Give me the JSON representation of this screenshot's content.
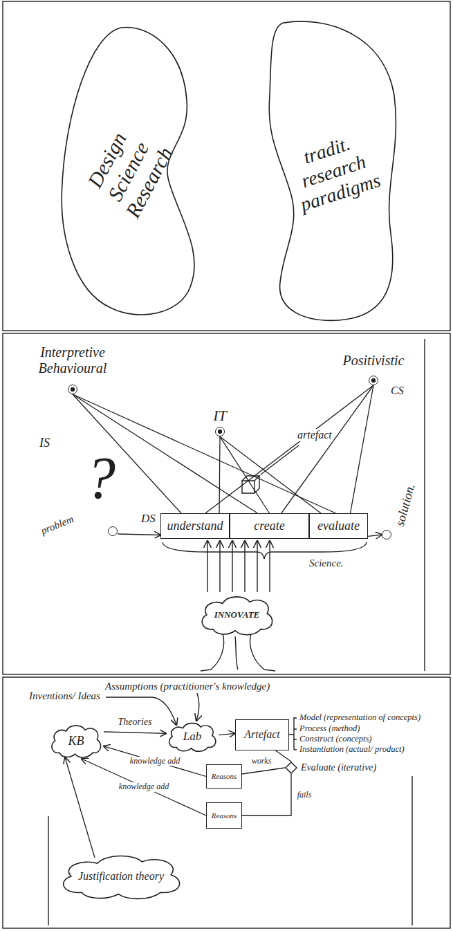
{
  "diagram": {
    "nodes": [
      {
        "text": [
          "Design Science Research"
        ]
      },
      {
        "text": [
          "tradit. research paradigms"
        ]
      },
      {
        "text": [
          "Interpretive Behavioural"
        ]
      },
      {
        "text": [
          "Positivistic"
        ]
      },
      {
        "text": [
          "IT"
        ]
      },
      {
        "text": [
          "problem"
        ]
      },
      {
        "text": [
          "understand"
        ]
      },
      {
        "text": [
          "create"
        ]
      },
      {
        "text": [
          "evaluate"
        ]
      },
      {
        "text": [
          "solution."
        ]
      },
      {
        "text": [
          "INNOVATE"
        ]
      },
      {
        "text": [
          "KB"
        ]
      },
      {
        "text": [
          "Lab"
        ]
      },
      {
        "text": [
          "Artefact"
        ]
      },
      {
        "text": [
          "Evaluate (iterative)"
        ]
      },
      {
        "text": [
          "Reasons"
        ]
      },
      {
        "text": [
          "Reasons"
        ]
      },
      {
        "text": [
          "Justification theory"
        ]
      }
    ],
    "edges": [
      {
        "from": 2,
        "to": 6,
        "arrow": "none"
      },
      {
        "from": 2,
        "to": 7,
        "arrow": "none"
      },
      {
        "from": 2,
        "to": 8,
        "arrow": "none"
      },
      {
        "from": 3,
        "to": 6,
        "arrow": "none"
      },
      {
        "from": 3,
        "to": 7,
        "arrow": "none"
      },
      {
        "from": 3,
        "to": 8,
        "arrow": "none"
      },
      {
        "from": 4,
        "to": 6,
        "arrow": "none"
      },
      {
        "from": 4,
        "to": 7,
        "arrow": "none"
      },
      {
        "from": 4,
        "to": 8,
        "arrow": "none"
      },
      {
        "from": 5,
        "to": 6,
        "arrow": "to"
      },
      {
        "from": 8,
        "to": 9,
        "arrow": "to"
      },
      {
        "from": 11,
        "to": 12,
        "label": "Theories",
        "arrow": "to"
      },
      {
        "from": 12,
        "to": 13,
        "arrow": "to"
      },
      {
        "from": 13,
        "to": 14,
        "arrow": "none"
      },
      {
        "from": 14,
        "to": 15,
        "label": "works",
        "arrow": "none"
      },
      {
        "from": 15,
        "to": 11,
        "label": "knowledge add",
        "arrow": "to"
      },
      {
        "from": 14,
        "to": 16,
        "label": "fails",
        "arrow": "none"
      },
      {
        "from": 16,
        "to": 11,
        "label": "knowledge add",
        "arrow": "to"
      },
      {
        "from": 17,
        "to": 11,
        "arrow": "to"
      }
    ],
    "labels": [
      "IS",
      "CS",
      "artefact",
      "?",
      "DS",
      "Science.",
      "Inventions/ Ideas",
      "Assumptions (practitioner's knowledge)",
      "Model (representation of concepts)",
      "Process (method)",
      "Construct (concepts)",
      "Instantiation (actual/ product)"
    ]
  }
}
